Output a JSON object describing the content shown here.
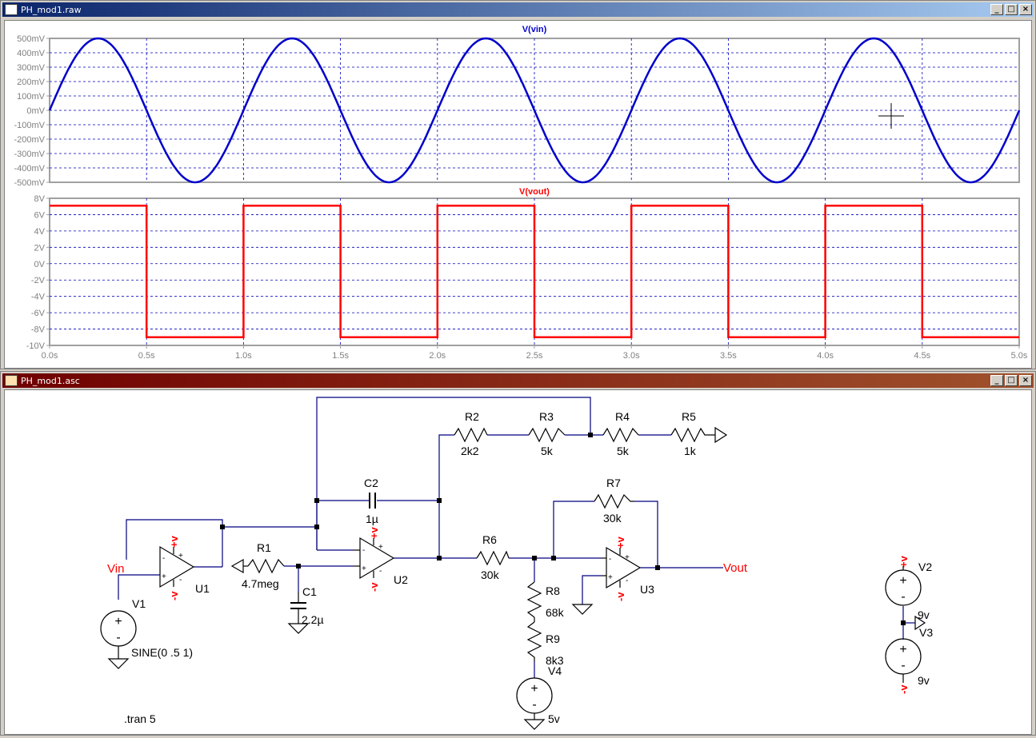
{
  "windows": {
    "waveform": {
      "title": "PH_mod1.raw",
      "buttons": [
        "_",
        "□",
        "×"
      ]
    },
    "schematic": {
      "title": "PH_mod1.asc",
      "buttons": [
        "_",
        "□",
        "×"
      ]
    }
  },
  "colors": {
    "vin": "#0000cc",
    "vout": "#ff0000",
    "grid": "#0000c0",
    "wire": "#000080",
    "label_red": "#ff0000"
  },
  "plot": {
    "x_tick_labels": [
      "0.0s",
      "0.5s",
      "1.0s",
      "1.5s",
      "2.0s",
      "2.5s",
      "3.0s",
      "3.5s",
      "4.0s",
      "4.5s",
      "5.0s"
    ],
    "vin_panel": {
      "title": "V(vin)",
      "y_tick_labels": [
        "500mV",
        "400mV",
        "300mV",
        "200mV",
        "100mV",
        "0mV",
        "-100mV",
        "-200mV",
        "-300mV",
        "-400mV",
        "-500mV"
      ]
    },
    "vout_panel": {
      "title": "V(vout)",
      "y_tick_labels": [
        "8V",
        "6V",
        "4V",
        "2V",
        "0V",
        "-2V",
        "-4V",
        "-6V",
        "-8V",
        "-10V"
      ]
    }
  },
  "chart_data": [
    {
      "type": "line",
      "title": "V(vin)",
      "xlim": [
        0,
        5
      ],
      "ylim": [
        -0.5,
        0.5
      ],
      "series": [
        {
          "name": "V(vin)",
          "function": "0.5*sin(2*pi*1*t)",
          "amplitude": 0.5,
          "frequency": 1,
          "offset": 0
        }
      ]
    },
    {
      "type": "line",
      "title": "V(vout)",
      "xlim": [
        0,
        5
      ],
      "ylim": [
        -10,
        8
      ],
      "series": [
        {
          "name": "V(vout)",
          "x": [
            0,
            0.5,
            0.5,
            1.0,
            1.0,
            1.5,
            1.5,
            2.0,
            2.0,
            2.5,
            2.5,
            3.0,
            3.0,
            3.5,
            3.5,
            4.0,
            4.0,
            4.5,
            4.5,
            5.0
          ],
          "y": [
            7.1,
            7.1,
            -9.0,
            -9.0,
            7.1,
            7.1,
            -9.0,
            -9.0,
            7.1,
            7.1,
            -9.0,
            -9.0,
            7.1,
            7.1,
            -9.0,
            -9.0,
            7.1,
            7.1,
            -9.0,
            -9.0
          ]
        }
      ]
    }
  ],
  "schematic": {
    "resistors": [
      {
        "ref": "R1",
        "value": "4.7meg"
      },
      {
        "ref": "R2",
        "value": "2k2"
      },
      {
        "ref": "R3",
        "value": "5k"
      },
      {
        "ref": "R4",
        "value": "5k"
      },
      {
        "ref": "R5",
        "value": "1k"
      },
      {
        "ref": "R6",
        "value": "30k"
      },
      {
        "ref": "R7",
        "value": "30k"
      },
      {
        "ref": "R8",
        "value": "68k"
      },
      {
        "ref": "R9",
        "value": "8k3"
      }
    ],
    "capacitors": [
      {
        "ref": "C1",
        "value": "2.2µ"
      },
      {
        "ref": "C2",
        "value": "1µ"
      }
    ],
    "opamps": [
      {
        "ref": "U1"
      },
      {
        "ref": "U2"
      },
      {
        "ref": "U3"
      }
    ],
    "sources": [
      {
        "ref": "V1",
        "value": "SINE(0 .5 1)"
      },
      {
        "ref": "V2",
        "value": "9v"
      },
      {
        "ref": "V3",
        "value": "9v"
      },
      {
        "ref": "V4",
        "value": "5v"
      }
    ],
    "net_labels": {
      "vin": "Vin",
      "vout": "Vout",
      "plus": "+v",
      "minus": "-v"
    },
    "pin_plus": "+",
    "pin_minus": "-",
    "directive": ".tran 5"
  }
}
